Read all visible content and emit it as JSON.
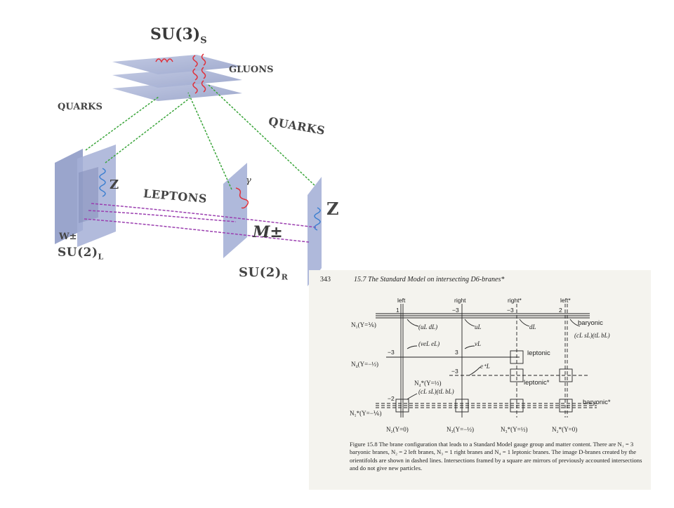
{
  "diagram": {
    "su3_label": "SU(3)",
    "su3_sub": "S",
    "gluons_label": "GLUONS",
    "quarks_left_label": "QUARKS",
    "quarks_right_label": "QUARKS",
    "z_left_label": "Z",
    "z_right_label": "Z",
    "gamma_label": "γ",
    "leptons_label": "LEPTONS",
    "m_label": "M±",
    "w_label": "W±",
    "su2l_label": "SU(2)",
    "su2l_sub": "L",
    "su2r_label": "SU(2)",
    "su2r_sub": "R"
  },
  "book": {
    "page_number": "343",
    "page_title": "15.7 The Standard Model on intersecting D6-branes*",
    "col_left": "left",
    "col_right": "right",
    "col_right_star": "right*",
    "col_left_star": "left*",
    "num_1": "1",
    "num_m3_a": "−3",
    "num_m3_b": "−3",
    "num_2": "2",
    "num_m3_c": "−3",
    "num_3": "3",
    "num_m3_d": "−3",
    "num_m2": "−2",
    "row_n1": "N₁(Y=⅙)",
    "row_n4": "N₄(Y=−½)",
    "row_n4s": "N₄*(Y=½)",
    "row_n1s": "N₁*(Y=−⅙)",
    "bot_n2": "N₂(Y=0)",
    "bot_n3": "N₃(Y=−½)",
    "bot_n3s": "N₃*(Y=½)",
    "bot_n2s": "N₂*(Y=0)",
    "tag_baryonic": "baryonic",
    "tag_leptonic": "leptonic",
    "tag_leptonic_s": "leptonic*",
    "tag_baryonic_s": "baryonic*",
    "p_uL_dL": "(uL dL)",
    "p_uL": "uL",
    "p_dL": "dL",
    "p_cL_sL_tL_bL_top": "(cL sL)(tL bL)",
    "p_nu_eL": "(νeL eL)",
    "p_nuL": "νL",
    "p_eL_plus": "e⁺L",
    "p_cL_sL_tL_bL_bot": "(cL sL)(tL bL)",
    "caption": "Figure 15.8   The brane configuration that leads to a Standard Model gauge group and matter content. There are N₁ = 3 baryonic branes, N₂ = 2 left branes, N₃ = 1 right branes and N₄ = 1 leptonic branes. The image D-branes created by the orientifolds are shown in dashed lines. Intersections framed by a square are mirrors of previously accounted intersections and do not give new particles."
  },
  "colors": {
    "brane_fill": "#a9b4d6",
    "quark_string": "#3aa53a",
    "lepton_string": "#9b3fb0",
    "gluon_string": "#e0303a",
    "z_string": "#3c7fd0"
  }
}
